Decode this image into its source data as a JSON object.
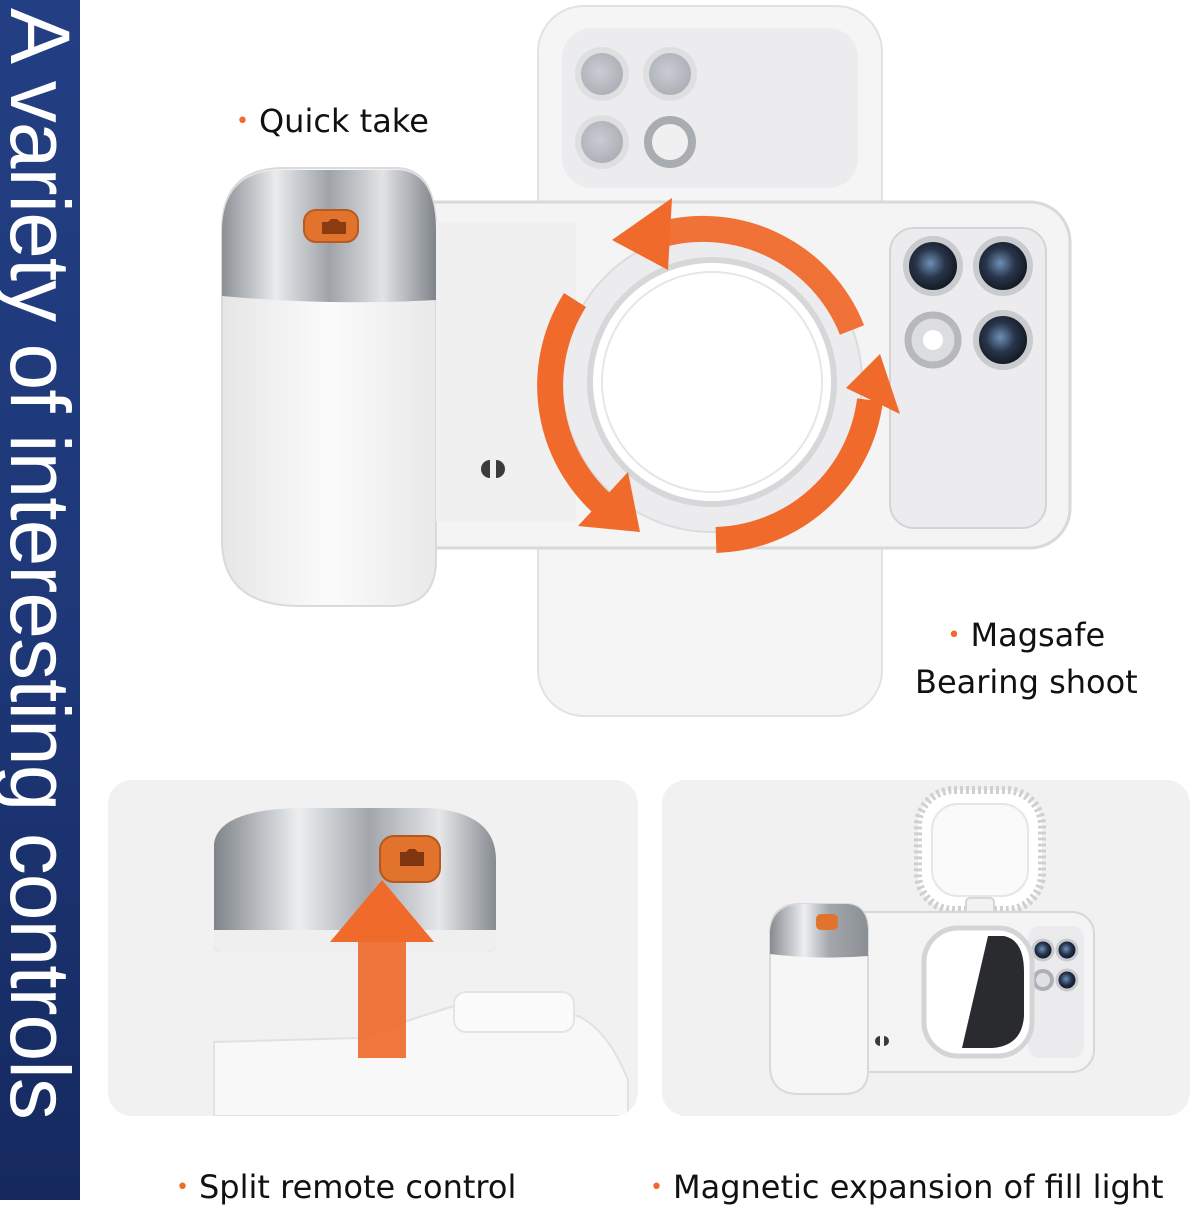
{
  "banner": {
    "title": "A variety of interesting controls",
    "background_color": "#1f3a7b"
  },
  "features": {
    "quick_take": "Quick take",
    "magsafe_line1": "Magsafe",
    "magsafe_line2": "Bearing shoot",
    "split_remote": "Split remote control",
    "fill_light": "Magnetic expansion of fill light"
  },
  "colors": {
    "accent": "#f06a2c",
    "device": "#f2f2f2",
    "chrome": "#b9bcc0"
  },
  "icons": {
    "bullet": "•",
    "shutter": "camera-icon",
    "rotate": "rotate-arrows-icon",
    "up_arrow": "arrow-up-icon"
  }
}
